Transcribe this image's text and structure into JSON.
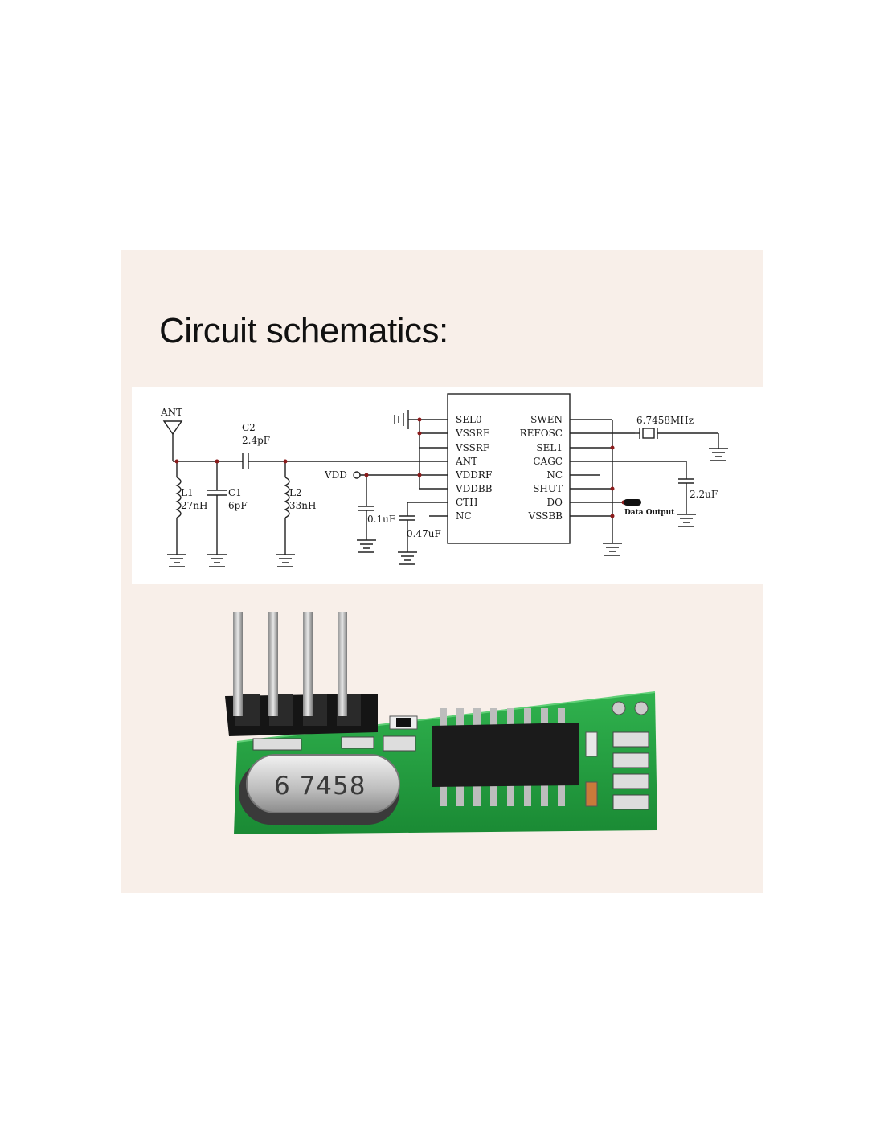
{
  "heading": "Circuit schematics:",
  "colors": {
    "panel_bg": "#f8efe9",
    "wire": "#222222",
    "junction": "#8b1a1a",
    "pcb_green": "#1f9a3a"
  },
  "schematic": {
    "antenna": "ANT",
    "components": {
      "c2_name": "C2",
      "c2_value": "2.4pF",
      "l1_name": "L1",
      "l1_value": "27nH",
      "c1_name": "C1",
      "c1_value": "6pF",
      "l2_name": "L2",
      "l2_value": "33nH",
      "vdd": "VDD",
      "cap_01": "0.1uF",
      "cap_047": "0.47uF",
      "crystal": "6.7458MHz",
      "cap_22": "2.2uF",
      "data_output": "Data Output"
    },
    "ic_left_pins": [
      "SEL0",
      "VSSRF",
      "VSSRF",
      "ANT",
      "VDDRF",
      "VDDBB",
      "CTH",
      "NC"
    ],
    "ic_right_pins": [
      "SWEN",
      "REFOSC",
      "SEL1",
      "CAGC",
      "NC",
      "SHUT",
      "DO",
      "VSSBB"
    ]
  },
  "photo": {
    "crystal_marking": "6 7458"
  }
}
